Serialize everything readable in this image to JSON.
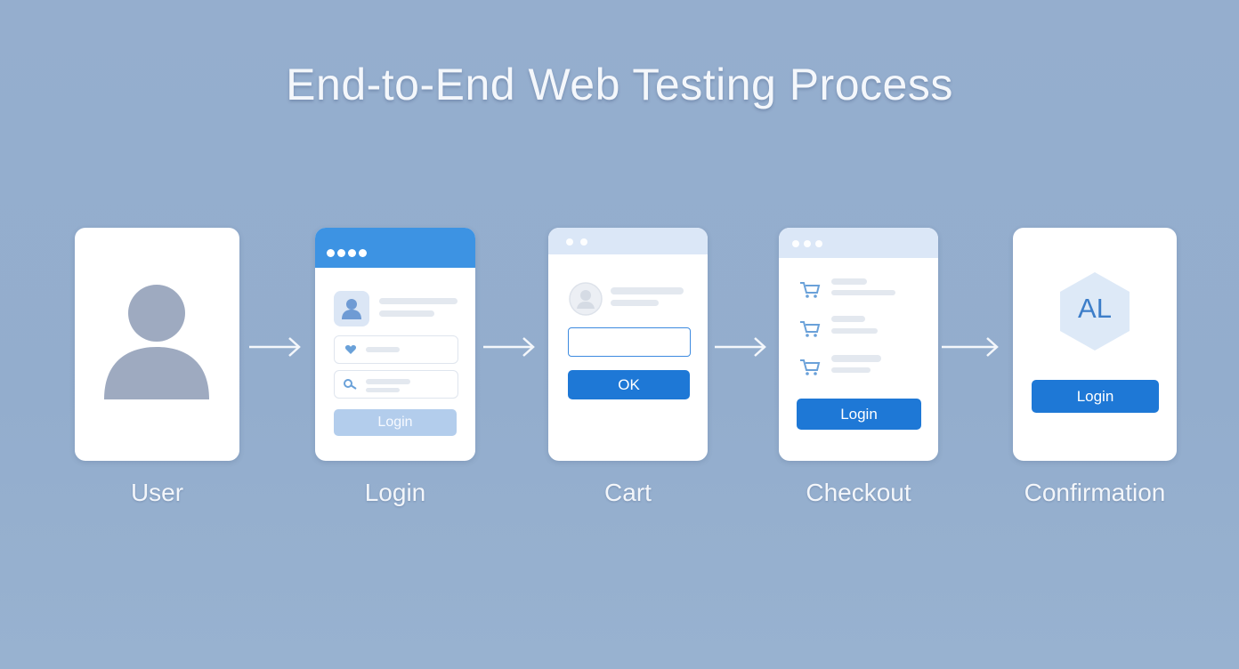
{
  "title": "End-to-End Web Testing Process",
  "steps": [
    {
      "label": "User"
    },
    {
      "label": "Login",
      "button": "Login"
    },
    {
      "label": "Cart",
      "button": "OK"
    },
    {
      "label": "Checkout",
      "button": "Login"
    },
    {
      "label": "Confirmation",
      "badge": "AL",
      "button": "Login"
    }
  ],
  "colors": {
    "background": "#94aecd",
    "card": "#ffffff",
    "accent_blue": "#1e78d6",
    "header_blue": "#3d93e3",
    "header_light": "#dbe7f7",
    "avatar_grey": "#9eaac0",
    "badge_fill": "#dde9f7",
    "badge_text": "#3d7ec9",
    "faded_button": "#b3cdec"
  }
}
